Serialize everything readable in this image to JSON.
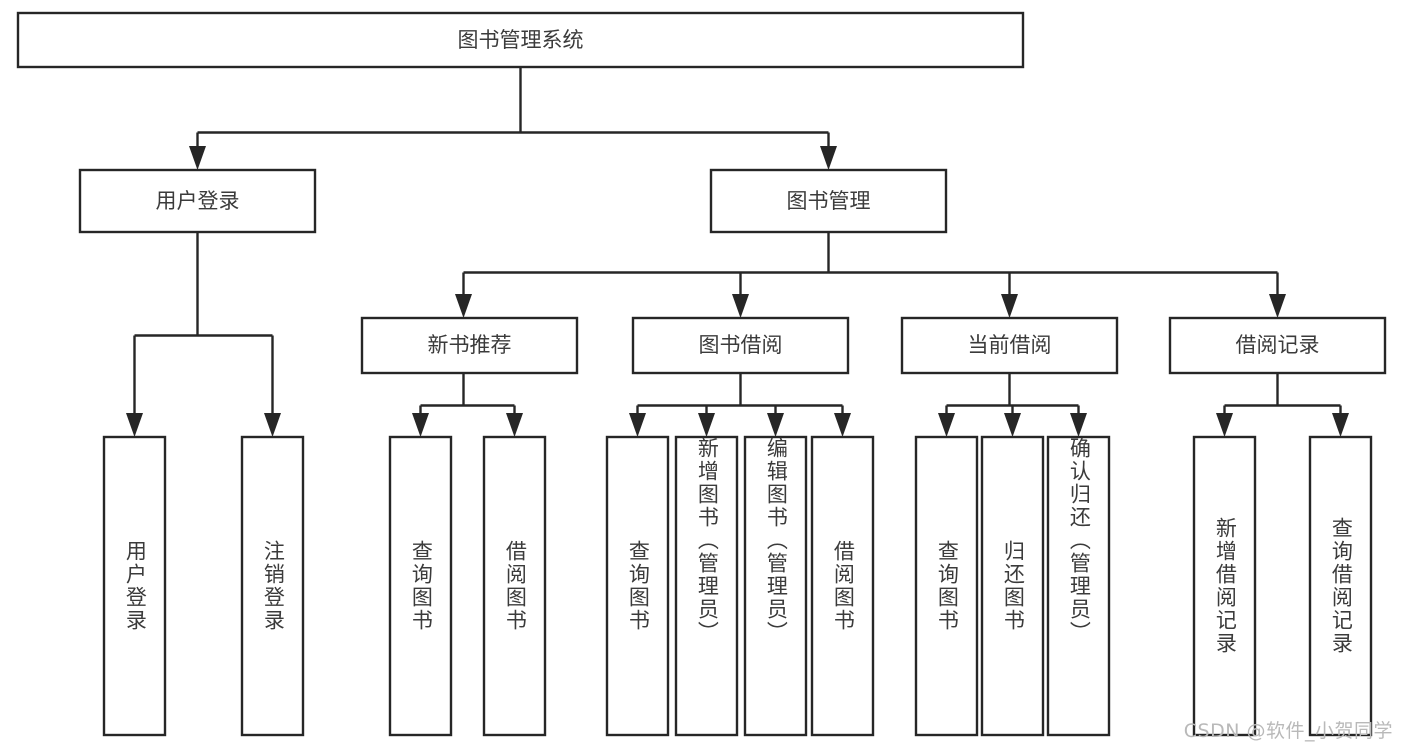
{
  "diagram": {
    "type": "tree",
    "title": "图书管理系统",
    "watermark": "CSDN @软件_小贺同学",
    "colors": {
      "stroke": "#262626",
      "box_fill": "#ffffff",
      "text": "#3b3b3b",
      "watermark": "#b9b9b9",
      "background": "#ffffff"
    },
    "root": {
      "label": "图书管理系统"
    },
    "level2": [
      {
        "label": "用户登录"
      },
      {
        "label": "图书管理"
      }
    ],
    "level3": [
      {
        "label": "新书推荐"
      },
      {
        "label": "图书借阅"
      },
      {
        "label": "当前借阅"
      },
      {
        "label": "借阅记录"
      }
    ],
    "leaves": {
      "user_login": [
        {
          "label": "用户登录"
        },
        {
          "label": "注销登录"
        }
      ],
      "new_book_recommend": [
        {
          "label": "查询图书"
        },
        {
          "label": "借阅图书"
        }
      ],
      "book_borrow": [
        {
          "label": "查询图书"
        },
        {
          "label": "新增图书（管理员）"
        },
        {
          "label": "编辑图书（管理员）"
        },
        {
          "label": "借阅图书"
        }
      ],
      "current_borrow": [
        {
          "label": "查询图书"
        },
        {
          "label": "归还图书"
        },
        {
          "label": "确认归还（管理员）"
        }
      ],
      "borrow_record": [
        {
          "label": "新增借阅记录"
        },
        {
          "label": "查询借阅记录"
        }
      ]
    }
  }
}
